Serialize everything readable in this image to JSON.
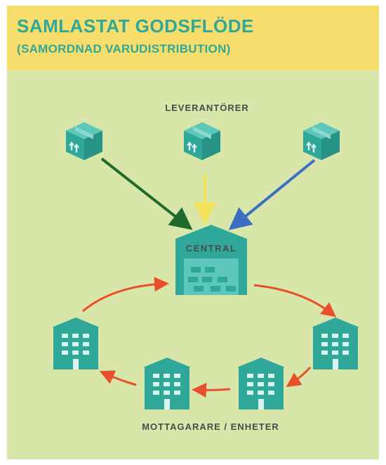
{
  "header": {
    "title": "SAMLASTAT GODSFLÖDE",
    "subtitle": "(SAMORDNAD VARUDISTRIBUTION)"
  },
  "diagram": {
    "suppliers_label": "LEVERANTÖRER",
    "central_label": "CENTRAL",
    "recipients_label": "MOTTAGARARE / ENHETER"
  },
  "colors": {
    "background": "#d9e6a9",
    "header": "#f7dd6b",
    "teal": "#2fa89a",
    "arrow_green": "#1f6b2c",
    "arrow_yellow": "#f3e35a",
    "arrow_blue": "#3b6fc4",
    "arrow_red": "#e8502b"
  },
  "icons": [
    "box-icon",
    "warehouse-icon",
    "building-icon",
    "arrow-icon"
  ]
}
